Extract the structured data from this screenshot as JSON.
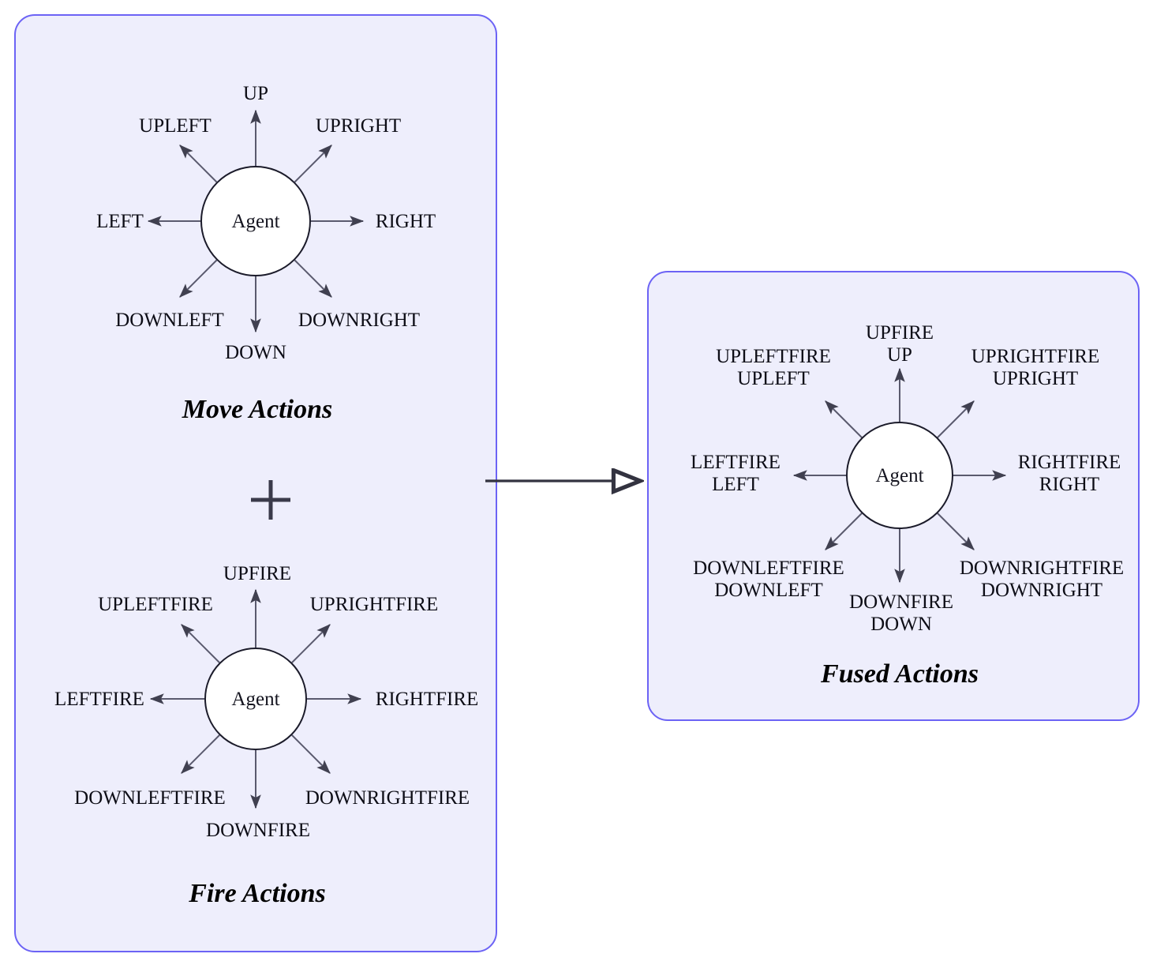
{
  "figure": {
    "title": "Action space fusion diagram",
    "background_color": "#ffffff",
    "panel_fill": "#eeeefc",
    "panel_border": "#6c63f5",
    "stroke_color": "#404050",
    "text_color": "#0d0d16"
  },
  "panels": {
    "move": {
      "caption": "Move Actions",
      "center_label": "Agent",
      "spokes": [
        {
          "dir": "up",
          "angle_deg": 90,
          "lines": [
            "UP"
          ]
        },
        {
          "dir": "upright",
          "angle_deg": 45,
          "lines": [
            "UPRIGHT"
          ]
        },
        {
          "dir": "right",
          "angle_deg": 0,
          "lines": [
            "RIGHT"
          ]
        },
        {
          "dir": "downright",
          "angle_deg": -45,
          "lines": [
            "DOWNRIGHT"
          ]
        },
        {
          "dir": "down",
          "angle_deg": -90,
          "lines": [
            "DOWN"
          ]
        },
        {
          "dir": "downleft",
          "angle_deg": -135,
          "lines": [
            "DOWNLEFT"
          ]
        },
        {
          "dir": "left",
          "angle_deg": 180,
          "lines": [
            "LEFT"
          ]
        },
        {
          "dir": "upleft",
          "angle_deg": 135,
          "lines": [
            "UPLEFT"
          ]
        }
      ]
    },
    "fire": {
      "caption": "Fire Actions",
      "center_label": "Agent",
      "spokes": [
        {
          "dir": "up",
          "angle_deg": 90,
          "lines": [
            "UPFIRE"
          ]
        },
        {
          "dir": "upright",
          "angle_deg": 45,
          "lines": [
            "UPRIGHTFIRE"
          ]
        },
        {
          "dir": "right",
          "angle_deg": 0,
          "lines": [
            "RIGHTFIRE"
          ]
        },
        {
          "dir": "downright",
          "angle_deg": -45,
          "lines": [
            "DOWNRIGHTFIRE"
          ]
        },
        {
          "dir": "down",
          "angle_deg": -90,
          "lines": [
            "DOWNFIRE"
          ]
        },
        {
          "dir": "downleft",
          "angle_deg": -135,
          "lines": [
            "DOWNLEFTFIRE"
          ]
        },
        {
          "dir": "left",
          "angle_deg": 180,
          "lines": [
            "LEFTFIRE"
          ]
        },
        {
          "dir": "upleft",
          "angle_deg": 135,
          "lines": [
            "UPLEFTFIRE"
          ]
        }
      ]
    },
    "fused": {
      "caption": "Fused Actions",
      "center_label": "Agent",
      "spokes": [
        {
          "dir": "up",
          "angle_deg": 90,
          "lines": [
            "UPFIRE",
            "UP"
          ]
        },
        {
          "dir": "upright",
          "angle_deg": 45,
          "lines": [
            "UPRIGHTFIRE",
            "UPRIGHT"
          ]
        },
        {
          "dir": "right",
          "angle_deg": 0,
          "lines": [
            "RIGHTFIRE",
            "RIGHT"
          ]
        },
        {
          "dir": "downright",
          "angle_deg": -45,
          "lines": [
            "DOWNRIGHTFIRE",
            "DOWNRIGHT"
          ]
        },
        {
          "dir": "down",
          "angle_deg": -90,
          "lines": [
            "DOWNFIRE",
            "DOWN"
          ]
        },
        {
          "dir": "downleft",
          "angle_deg": -135,
          "lines": [
            "DOWNLEFTFIRE",
            "DOWNLEFT"
          ]
        },
        {
          "dir": "left",
          "angle_deg": 180,
          "lines": [
            "LEFTFIRE",
            "LEFT"
          ]
        },
        {
          "dir": "upleft",
          "angle_deg": 135,
          "lines": [
            "UPLEFTFIRE",
            "UPLEFT"
          ]
        }
      ]
    }
  },
  "operators": {
    "plus": "+",
    "connector": "arrow-right"
  },
  "move": {
    "caption": "Move Actions",
    "agent": "Agent",
    "up": "UP",
    "upright": "UPRIGHT",
    "right": "RIGHT",
    "downright": "DOWNRIGHT",
    "down": "DOWN",
    "downleft": "DOWNLEFT",
    "left": "LEFT",
    "upleft": "UPLEFT"
  },
  "fire": {
    "caption": "Fire Actions",
    "agent": "Agent",
    "up": "UPFIRE",
    "upright": "UPRIGHTFIRE",
    "right": "RIGHTFIRE",
    "downright": "DOWNRIGHTFIRE",
    "down": "DOWNFIRE",
    "downleft": "DOWNLEFTFIRE",
    "left": "LEFTFIRE",
    "upleft": "UPLEFTFIRE"
  },
  "fused": {
    "caption": "Fused Actions",
    "agent": "Agent",
    "up_a": "UPFIRE",
    "up_b": "UP",
    "upright_a": "UPRIGHTFIRE",
    "upright_b": "UPRIGHT",
    "right_a": "RIGHTFIRE",
    "right_b": "RIGHT",
    "downright_a": "DOWNRIGHTFIRE",
    "downright_b": "DOWNRIGHT",
    "down_a": "DOWNFIRE",
    "down_b": "DOWN",
    "downleft_a": "DOWNLEFTFIRE",
    "downleft_b": "DOWNLEFT",
    "left_a": "LEFTFIRE",
    "left_b": "LEFT",
    "upleft_a": "UPLEFTFIRE",
    "upleft_b": "UPLEFT"
  }
}
